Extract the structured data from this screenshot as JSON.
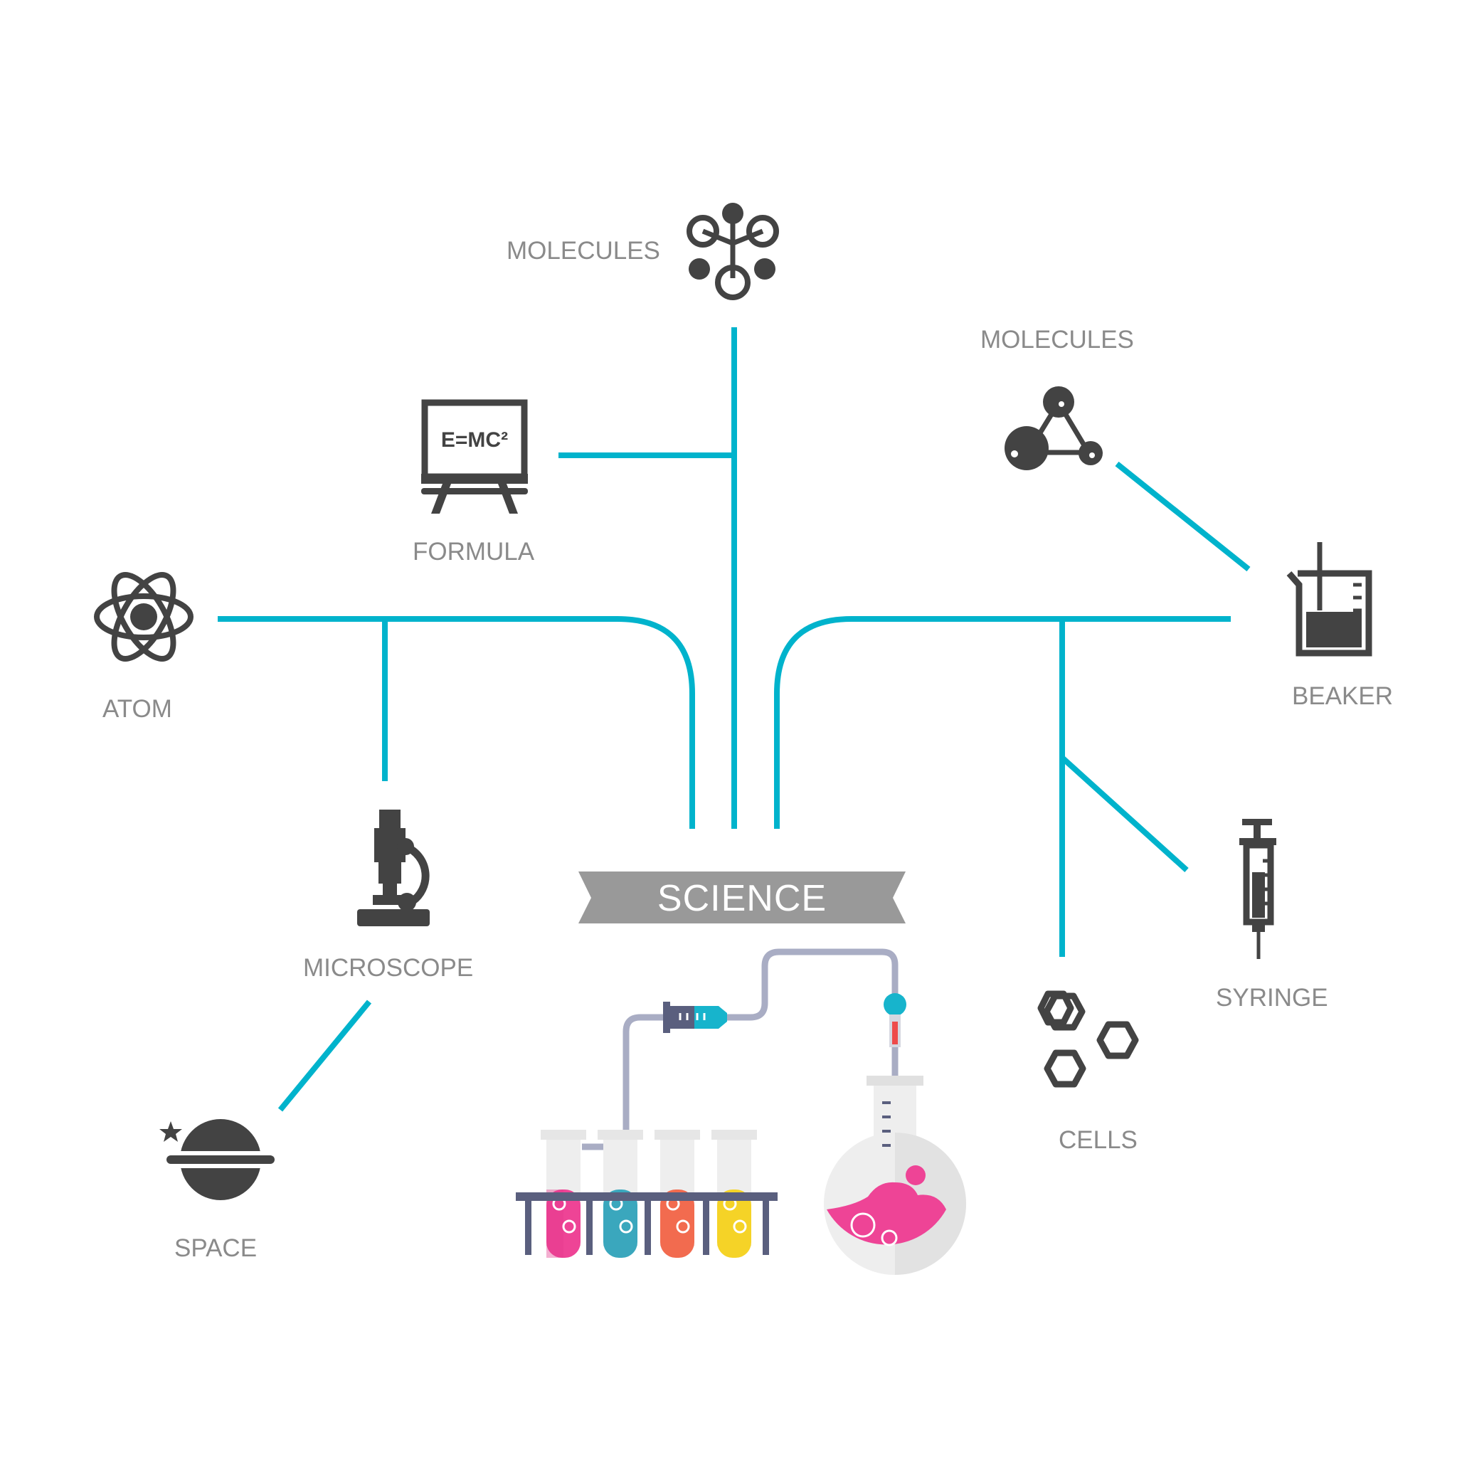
{
  "banner": {
    "label": "SCIENCE"
  },
  "nodes": {
    "molecules_top": "MOLECULES",
    "molecules_right": "MOLECULES",
    "formula": "FORMULA",
    "formula_board": "E=MC²",
    "atom": "ATOM",
    "microscope": "MICROSCOPE",
    "space": "SPACE",
    "beaker": "BEAKER",
    "syringe": "SYRINGE",
    "cells": "CELLS"
  },
  "colors": {
    "connector": "#00b3cc",
    "icon": "#434343",
    "label": "#8a8a8a",
    "banner": "#999999",
    "pink": "#ee4496",
    "teal": "#3aa7bd",
    "orange": "#f26b4f",
    "yellow": "#f5d327"
  }
}
